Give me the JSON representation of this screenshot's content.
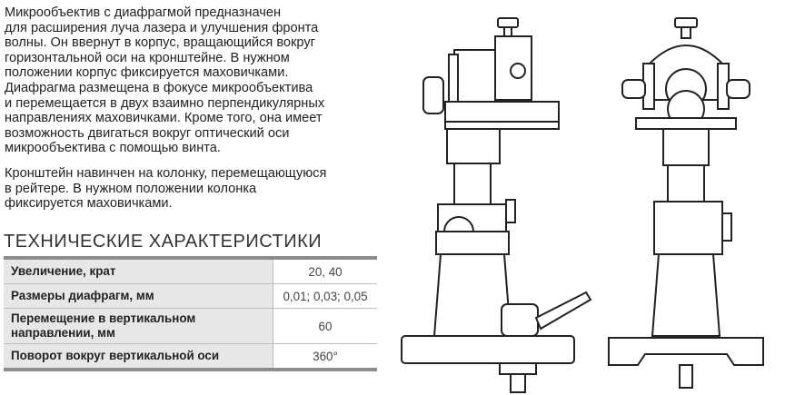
{
  "description": {
    "paragraph1": [
      "Микрообъектив с диафрагмой предназначен",
      "для расширения луча лазера и улучшения фронта",
      "волны. Он ввернут в корпус, вращающийся вокруг",
      "горизонтальной оси на кронштейне. В нужном",
      "положении корпус фиксируется маховичками.",
      "Диафрагма размещена в фокусе микрообъектива",
      "и перемещается в двух взаимно перпендикулярных",
      "направлениях маховичками.  Кроме того, она имеет",
      "возможность двигаться вокруг оптический оси",
      "микрообъектива с помощью винта."
    ],
    "paragraph2": [
      "Кронштейн навинчен на колонку, перемещающуюся",
      "в рейтере. В нужном положении колонка",
      "фиксируется маховичками."
    ]
  },
  "specs": {
    "title": "ТЕХНИЧЕСКИЕ  ХАРАКТЕРИСТИКИ",
    "rows": [
      {
        "name": "Увеличение, крат",
        "value": "20, 40"
      },
      {
        "name": "Размеры диафрагм, мм",
        "value": "0,01; 0,03; 0,05"
      },
      {
        "name": "Перемещение в вертикальном направлении, мм",
        "value": "60"
      },
      {
        "name": "Поворот вокруг вертикальной оси",
        "value": "360°"
      }
    ]
  }
}
